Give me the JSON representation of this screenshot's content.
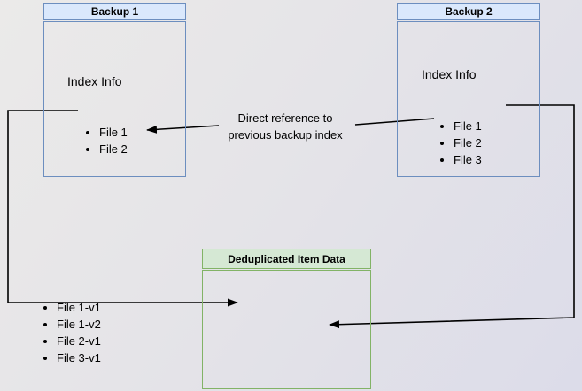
{
  "backup1": {
    "title": "Backup 1",
    "section": "Index Info",
    "items": [
      "File 1",
      "File 2"
    ]
  },
  "backup2": {
    "title": "Backup 2",
    "section": "Index Info",
    "items": [
      "File 1",
      "File 2",
      "File 3"
    ]
  },
  "dedup": {
    "title": "Deduplicated Item Data",
    "items": [
      "File 1-v1",
      "File 1-v2",
      "File 2-v1",
      "File 3-v1"
    ]
  },
  "annotation": {
    "line1": "Direct reference to",
    "line2": "previous backup index"
  },
  "colors": {
    "blue_fill": "#dae8fc",
    "blue_border": "#6c8ebf",
    "green_fill": "#d5e8d4",
    "green_border": "#82b366",
    "arrow": "#000000",
    "text": "#000000"
  }
}
